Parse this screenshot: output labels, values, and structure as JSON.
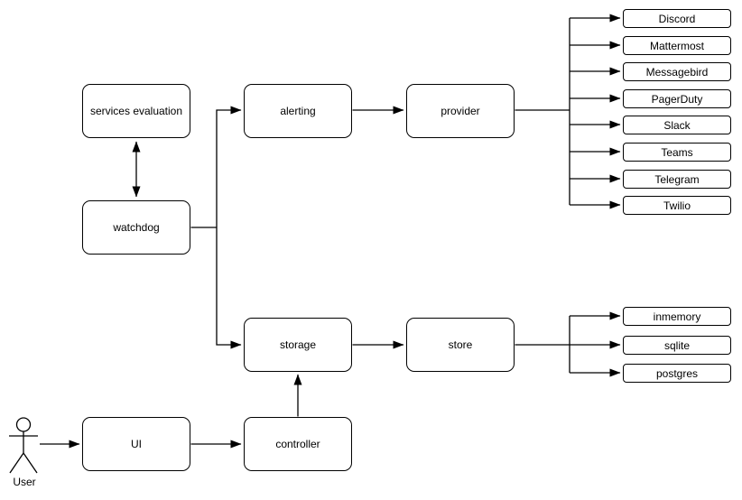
{
  "diagram": {
    "actor": {
      "label": "User"
    },
    "nodes": {
      "services_evaluation": {
        "label": "services evaluation"
      },
      "watchdog": {
        "label": "watchdog"
      },
      "alerting": {
        "label": "alerting"
      },
      "provider": {
        "label": "provider"
      },
      "storage": {
        "label": "storage"
      },
      "store": {
        "label": "store"
      },
      "ui": {
        "label": "UI"
      },
      "controller": {
        "label": "controller"
      }
    },
    "provider_outputs": [
      "Discord",
      "Mattermost",
      "Messagebird",
      "PagerDuty",
      "Slack",
      "Teams",
      "Telegram",
      "Twilio"
    ],
    "store_outputs": [
      "inmemory",
      "sqlite",
      "postgres"
    ],
    "colors": {
      "stroke": "#000000",
      "fill": "#ffffff",
      "background": "#ffffff"
    }
  }
}
